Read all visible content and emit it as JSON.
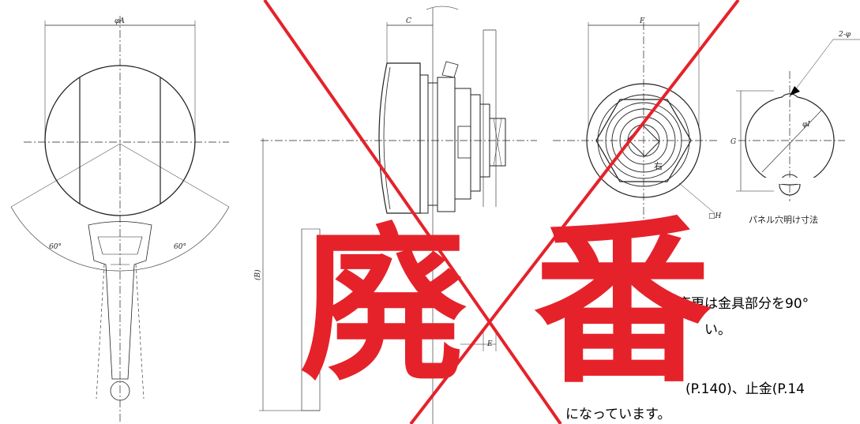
{
  "labels": {
    "dim_a": "φA",
    "dim_c": "C",
    "dim_f": "F",
    "dim_2phi": "2-φ",
    "dim_g": "G",
    "dim_i": "φI",
    "dim_h": "□H",
    "dim_b": "(B)",
    "dim_e": "E",
    "angle_left": "60°",
    "angle_right": "60°",
    "side_mark": "右"
  },
  "panel_label": "パネル穴明け寸法",
  "notes": {
    "line1": "変更は金具部分を90°",
    "line1b": "い。",
    "line2": "(P.140)、止金(P.14",
    "line3": "になっています。"
  },
  "stamp": {
    "char1": "廃",
    "char2": "番",
    "color": "#e5222a"
  }
}
